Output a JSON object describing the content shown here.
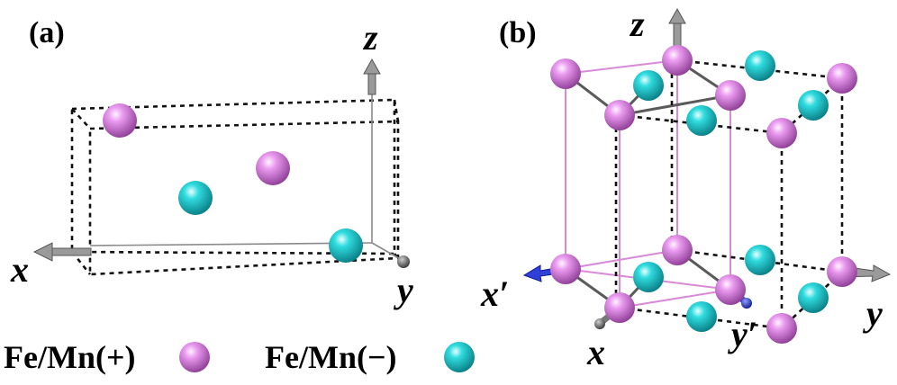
{
  "panels": {
    "a": {
      "label": "(a)",
      "axes": {
        "x": "x",
        "y": "y",
        "z": "z"
      }
    },
    "b": {
      "label": "(b)",
      "axes": {
        "x": "x",
        "y": "y",
        "z": "z",
        "x_prime": "x′",
        "y_prime": "y′"
      }
    }
  },
  "legend": {
    "plus": {
      "label": "Fe/Mn(+)",
      "color": "#e07ee8"
    },
    "minus": {
      "label": "Fe/Mn(−)",
      "color": "#16cfd2"
    }
  },
  "colors": {
    "axis_arrow": "#9a9a9a",
    "primed_axis_arrow": "#2f3fd8",
    "frame_b": "#d98ad6",
    "dashed": "#111111"
  }
}
